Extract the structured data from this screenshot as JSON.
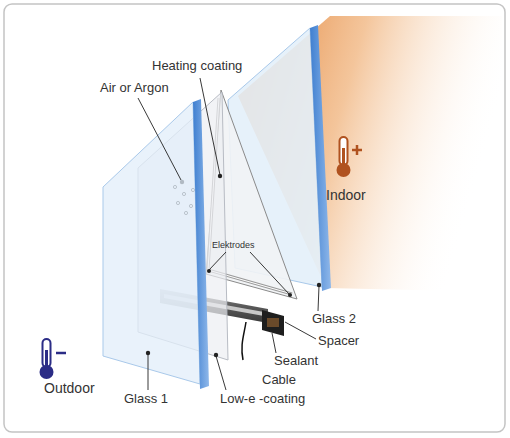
{
  "diagram": {
    "labels": [
      "Heating coating",
      "Air or Argon",
      "Elektrodes",
      "Indoor",
      "Glass 2",
      "Spacer",
      "Sealant",
      "Cable",
      "Low-e -coating",
      "Glass 1",
      "Outdoor"
    ]
  }
}
